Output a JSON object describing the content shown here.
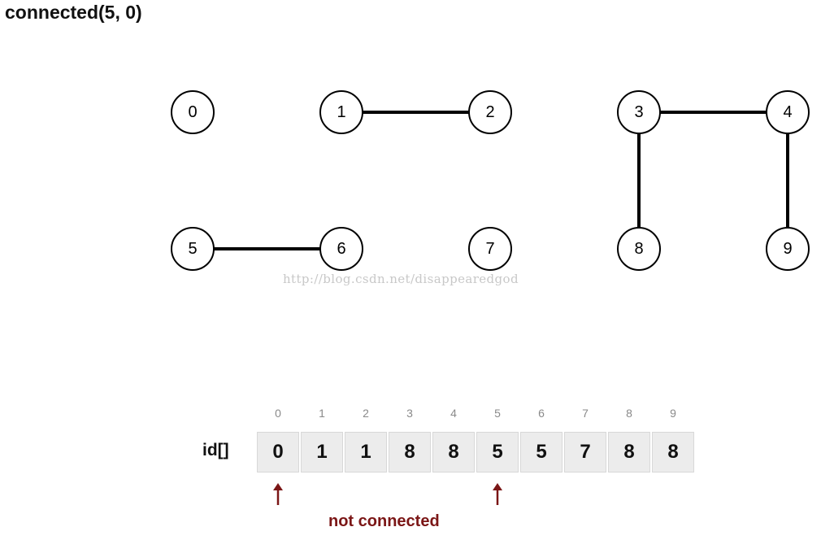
{
  "title": "connected(5, 0)",
  "watermark": "http://blog.csdn.net/disappearedgod",
  "nodes": [
    "0",
    "1",
    "2",
    "3",
    "4",
    "5",
    "6",
    "7",
    "8",
    "9"
  ],
  "edges": [
    [
      "1",
      "2"
    ],
    [
      "3",
      "4"
    ],
    [
      "3",
      "8"
    ],
    [
      "4",
      "9"
    ],
    [
      "5",
      "6"
    ]
  ],
  "array": {
    "label": "id[]",
    "indices": [
      "0",
      "1",
      "2",
      "3",
      "4",
      "5",
      "6",
      "7",
      "8",
      "9"
    ],
    "values": [
      "0",
      "1",
      "1",
      "8",
      "8",
      "5",
      "5",
      "7",
      "8",
      "8"
    ]
  },
  "arrows_at": [
    0,
    5
  ],
  "note": "not connected",
  "colors": {
    "note": "#7b1616",
    "cell_bg": "#ececec"
  }
}
